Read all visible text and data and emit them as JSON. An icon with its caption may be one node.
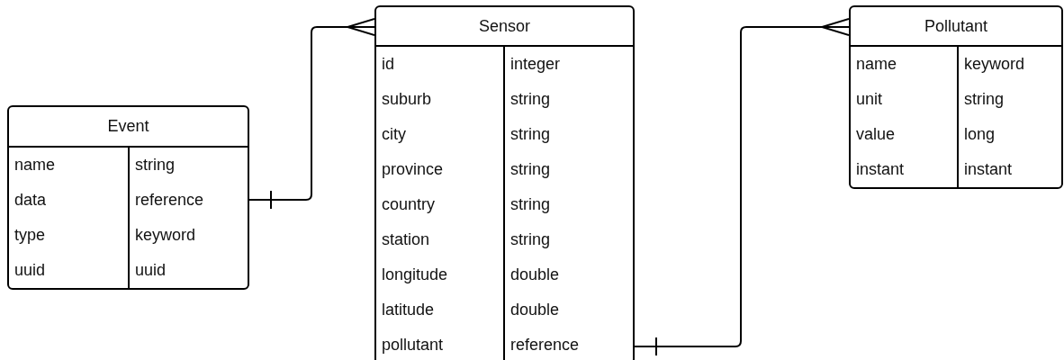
{
  "diagram": {
    "nodes": [
      {
        "text": [
          "Event",
          "name",
          "string",
          "data",
          "reference",
          "type",
          "keyword",
          "uuid",
          "uuid"
        ]
      },
      {
        "text": [
          "Sensor",
          "id",
          "integer",
          "suburb",
          "string",
          "city",
          "string",
          "province",
          "string",
          "country",
          "string",
          "station",
          "string",
          "longitude",
          "double",
          "latitude",
          "double",
          "pollutant",
          "reference"
        ]
      },
      {
        "text": [
          "Pollutant",
          "name",
          "keyword",
          "unit",
          "string",
          "value",
          "long",
          "instant",
          "instant"
        ]
      }
    ],
    "edges": [
      {
        "from": 0,
        "to": 1,
        "arrow": "other"
      },
      {
        "from": 1,
        "to": 2,
        "arrow": "other"
      }
    ]
  }
}
